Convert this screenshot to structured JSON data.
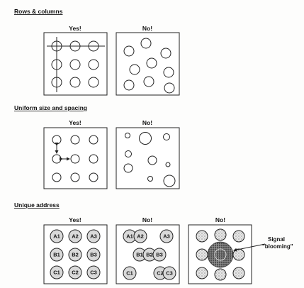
{
  "sections": [
    {
      "title": "Rows & columns",
      "panels": [
        {
          "label": "Yes!"
        },
        {
          "label": "No!"
        }
      ]
    },
    {
      "title": "Uniform size and spacing",
      "panels": [
        {
          "label": "Yes!"
        },
        {
          "label": "No!"
        }
      ]
    },
    {
      "title": "Unique address",
      "panels": [
        {
          "label": "Yes!",
          "spots": [
            "A1",
            "A2",
            "A3",
            "B1",
            "B2",
            "B3",
            "C1",
            "C2",
            "C3"
          ]
        },
        {
          "label": "No!",
          "spots": [
            "A1",
            "A2",
            "A3",
            "B1",
            "B2",
            "B3",
            "C1",
            "C2",
            "C3"
          ]
        },
        {
          "label": "No!"
        }
      ]
    }
  ],
  "annotation": {
    "line1": "Signal",
    "line2": "\"blooming\""
  },
  "icons": {
    "arrow": "double-arrow-icon"
  }
}
